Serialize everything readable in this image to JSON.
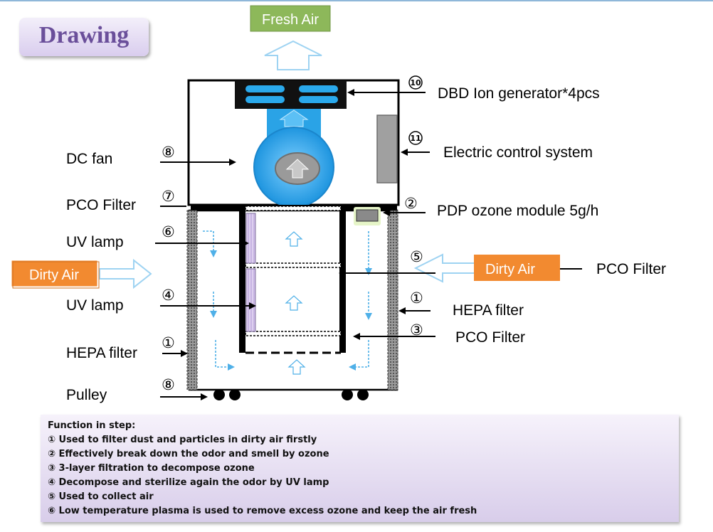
{
  "title": "Drawing",
  "air_labels": {
    "fresh_air": "Fresh Air",
    "dirty_air_left": "Dirty Air",
    "dirty_air_right": "Dirty Air"
  },
  "left_labels": [
    {
      "text": "DC fan",
      "number": "⑧"
    },
    {
      "text": "PCO Filter",
      "number": "⑦"
    },
    {
      "text": "UV lamp",
      "number": "⑥"
    },
    {
      "text": "UV lamp",
      "number": "④"
    },
    {
      "text": "HEPA filter",
      "number": "①"
    },
    {
      "text": "Pulley",
      "number": "⑧"
    }
  ],
  "right_labels": [
    {
      "text": "DBD Ion generator*4pcs",
      "number": "10"
    },
    {
      "text": "Electric control system",
      "number": "11"
    },
    {
      "text": "PDP ozone module 5g/h",
      "number": "②"
    },
    {
      "text": "PCO Filter",
      "number": "⑤"
    },
    {
      "text": "HEPA filter",
      "number": "①"
    },
    {
      "text": "PCO Filter",
      "number": "③"
    }
  ],
  "function": {
    "heading": "Function in step:",
    "steps": [
      "① Used to filter dust and particles in dirty air firstly",
      "② Effectively break down the odor and smell by ozone",
      "③ 3-layer filtration to decompose ozone",
      "④ Decompose and sterilize again the odor by UV lamp",
      "⑤ Used to collect air",
      "⑥ Low temperature plasma is used to remove excess ozone and keep the air fresh"
    ]
  },
  "colors": {
    "fresh_air_tag": "#8db85a",
    "dirty_air_tag": "#f28a30",
    "fan_blue": "#29a3e6",
    "title_text": "#6a4f9a",
    "panel_purple": "#d8cdea"
  }
}
